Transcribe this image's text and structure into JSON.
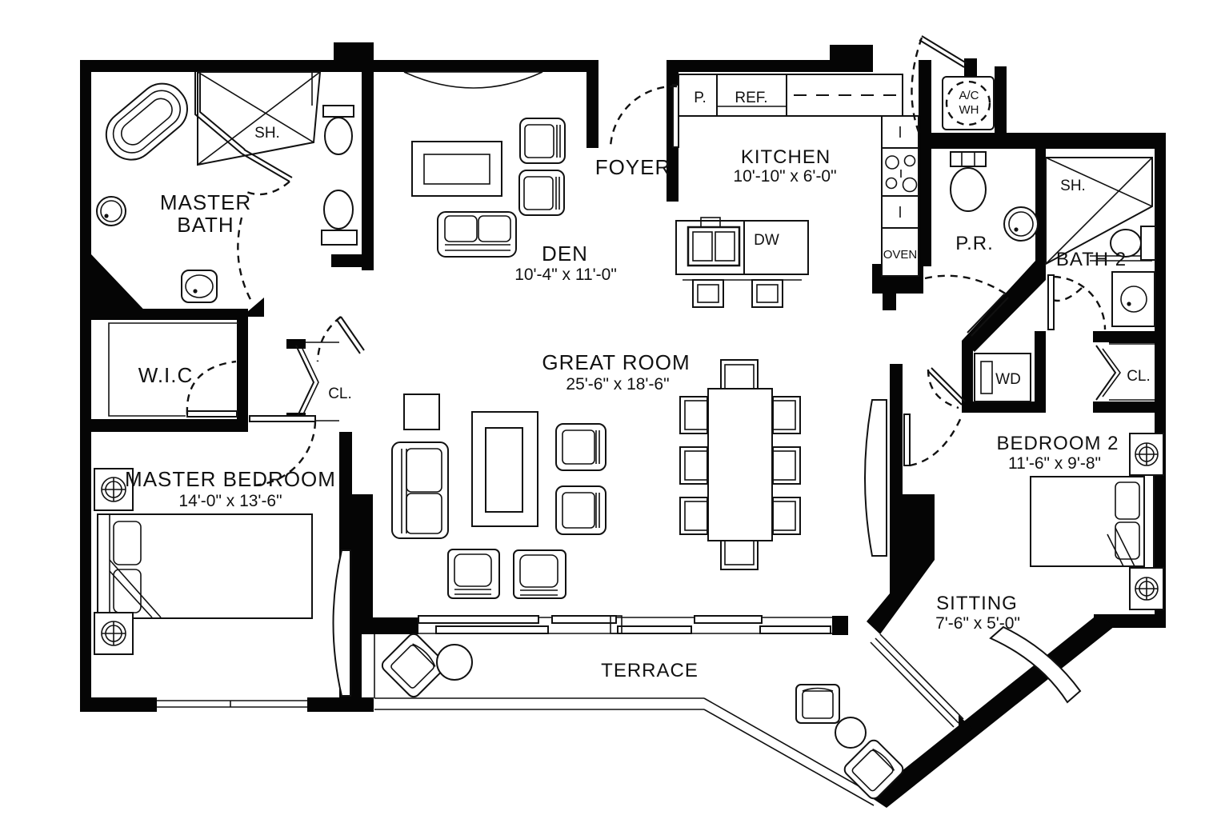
{
  "plan_title": "Residential unit floor plan",
  "colors": {
    "wall": "#050505",
    "line": "#111111",
    "background": "#ffffff"
  },
  "rooms": {
    "master_bath": {
      "line1": "MASTER",
      "line2": "BATH"
    },
    "sh_master": {
      "label": "SH."
    },
    "wic": {
      "label": "W.I.C"
    },
    "cl_master": {
      "label": "CL."
    },
    "master_bedroom": {
      "label": "MASTER BEDROOM",
      "dims": "14'-0\" x 13'-6\""
    },
    "den": {
      "label": "DEN",
      "dims": "10'-4\" x 11'-0\""
    },
    "foyer": {
      "label": "FOYER"
    },
    "kitchen": {
      "label": "KITCHEN",
      "dims": "10'-10\" x 6'-0\""
    },
    "great_room": {
      "label": "GREAT ROOM",
      "dims": "25'-6\" x 18'-6\""
    },
    "pr": {
      "label": "P.R."
    },
    "bath2": {
      "label": "BATH 2"
    },
    "sh_bath2": {
      "label": "SH."
    },
    "cl_bedroom2": {
      "label": "CL."
    },
    "bedroom2": {
      "label": "BEDROOM 2",
      "dims": "11'-6\" x 9'-8\""
    },
    "sitting": {
      "label": "SITTING",
      "dims": "7'-6\" x 5'-0\""
    },
    "terrace": {
      "label": "TERRACE"
    }
  },
  "appliances": {
    "pantry": "P.",
    "fridge": "REF.",
    "dishwasher": "DW",
    "oven": "OVEN",
    "ac_line1": "A/C",
    "ac_line2": "WH",
    "washer_dryer": "WD"
  }
}
